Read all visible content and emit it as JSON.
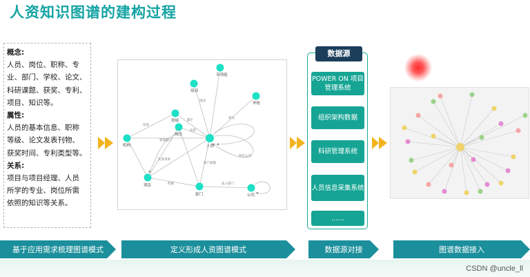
{
  "title": "人资知识图谱的建构过程",
  "concept": {
    "concept_h": "概念:",
    "concept_lines": [
      "人员、岗位、职称、专",
      "业、部门、学校、论文、",
      "科研课题、获奖、专利、",
      "项目、知识等。"
    ],
    "attr_h": "属性:",
    "attr_lines": [
      "人员的基本信息、职称",
      "等级、论文发表刊物、",
      "获奖时间、专利类型等。"
    ],
    "rel_h": "关系:",
    "rel_lines": [
      "项目与项目经理、人员",
      "所学的专业、岗位所需",
      "依照的知识等关系。"
    ]
  },
  "schema": {
    "nodes": [
      "专项组",
      "培训",
      "学校",
      "班组",
      "岗位",
      "机构",
      "人员",
      "项目",
      "部门",
      "公司"
    ],
    "edges": [
      "任组",
      "培训",
      "参与",
      "属于",
      "任职",
      "负责项目",
      "管理部门",
      "所属",
      "投入部门",
      "部门隶属",
      "所在公司"
    ]
  },
  "datasource": {
    "header": "数据源",
    "items": [
      "POWER ON 项目管理系统",
      "组织架构数据",
      "科研管理系统",
      "人员信息采集系统",
      "……"
    ]
  },
  "stages": [
    "基于应用需求梳理图谱模式",
    "定义形成人资图谱模式",
    "数据源对接",
    "图谱数据接入"
  ],
  "credit": "CSDN @uncle_ll",
  "colors": {
    "teal": "#14a3a3",
    "arrow": "#f2b31e",
    "header": "#1b3e5a",
    "node": "#1de0c6",
    "stage": "#1b8f9b"
  }
}
